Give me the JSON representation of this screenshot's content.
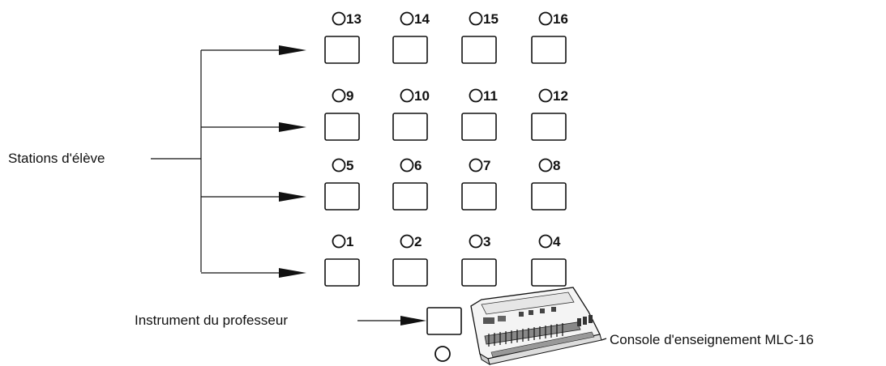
{
  "diagram": {
    "students_label": "Stations d'élève",
    "teacher_label": "Instrument du professeur",
    "console_label": "Console d'enseignement MLC-16",
    "station_rows": [
      [
        "13",
        "14",
        "15",
        "16"
      ],
      [
        "9",
        "10",
        "11",
        "12"
      ],
      [
        "5",
        "6",
        "7",
        "8"
      ],
      [
        "1",
        "2",
        "3",
        "4"
      ]
    ]
  }
}
